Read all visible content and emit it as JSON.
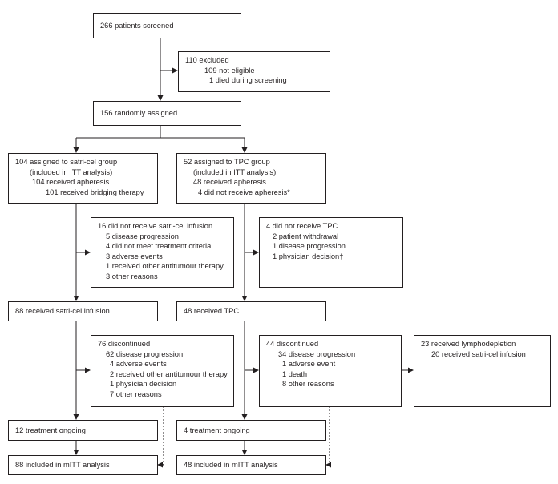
{
  "screened": {
    "title": "266 patients screened"
  },
  "excluded": {
    "title": "110 excluded",
    "items": [
      "109 not eligible",
      "1 died during screening"
    ]
  },
  "randomised": {
    "title": "156 randomly assigned"
  },
  "satri_group": {
    "title": "104 assigned to satri-cel group",
    "lines": [
      "(included in ITT analysis)",
      "104 received apheresis",
      "101 received bridging therapy"
    ]
  },
  "tpc_group": {
    "title": "52 assigned to TPC group",
    "lines": [
      "(included in ITT analysis)",
      "48 received apheresis",
      "4 did not receive apheresis*"
    ]
  },
  "satri_not_infused": {
    "title": "16 did not receive satri-cel infusion",
    "items": [
      "5 disease progression",
      "4 did not meet treatment criteria",
      "3 adverse events",
      "1 received other antitumour therapy",
      "3 other reasons"
    ]
  },
  "tpc_not_received": {
    "title": "4 did not receive TPC",
    "items": [
      "2 patient withdrawal",
      "1 disease progression",
      "1 physician decision†"
    ]
  },
  "satri_infused": {
    "title": "88 received satri-cel infusion"
  },
  "tpc_received": {
    "title": "48 received TPC"
  },
  "satri_discontinued": {
    "title": "76 discontinued",
    "items": [
      "62 disease progression",
      "4 adverse events",
      "2 received other antitumour therapy",
      "1 physician decision",
      "7 other reasons"
    ]
  },
  "tpc_discontinued": {
    "title": "44 discontinued",
    "items": [
      "34 disease progression",
      "1 adverse event",
      "1 death",
      "8 other reasons"
    ]
  },
  "crossover": {
    "title": "23 received lymphodepletion",
    "items": [
      "20 received satri-cel infusion"
    ]
  },
  "satri_ongoing": {
    "title": "12 treatment ongoing"
  },
  "tpc_ongoing": {
    "title": "4 treatment ongoing"
  },
  "satri_mitt": {
    "title": "88 included in mITT analysis"
  },
  "tpc_mitt": {
    "title": "48 included in mITT analysis"
  }
}
